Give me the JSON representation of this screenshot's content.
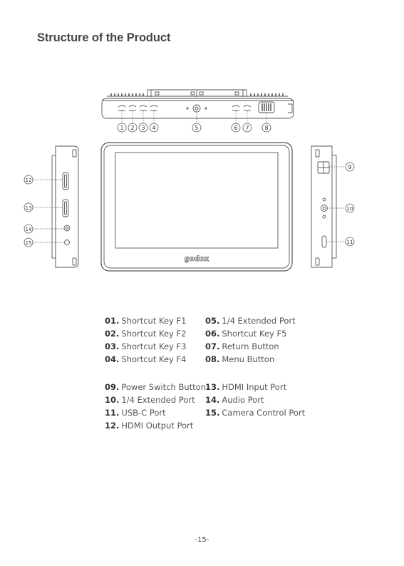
{
  "page_title": "Structure of the Product",
  "brand_mark": "godox",
  "callout_labels": [
    "1",
    "2",
    "3",
    "4",
    "5",
    "6",
    "7",
    "8",
    "9",
    "10",
    "11",
    "12",
    "13",
    "14",
    "15"
  ],
  "legend": {
    "group_a_left": [
      {
        "num": "01.",
        "label": "Shortcut Key F1"
      },
      {
        "num": "02.",
        "label": "Shortcut Key F2"
      },
      {
        "num": "03.",
        "label": "Shortcut Key F3"
      },
      {
        "num": "04.",
        "label": "Shortcut Key F4"
      }
    ],
    "group_a_right": [
      {
        "num": "05.",
        "label": "1/4 Extended Port"
      },
      {
        "num": "06.",
        "label": "Shortcut Key F5"
      },
      {
        "num": "07.",
        "label": "Return Button"
      },
      {
        "num": "08.",
        "label": "Menu Button"
      }
    ],
    "group_b_left": [
      {
        "num": "09.",
        "label": "Power Switch Button"
      },
      {
        "num": "10.",
        "label": "1/4 Extended Port"
      },
      {
        "num": "11.",
        "label": "USB-C Port"
      },
      {
        "num": "12.",
        "label": "HDMI Output Port"
      }
    ],
    "group_b_right": [
      {
        "num": "13.",
        "label": "HDMI Input Port"
      },
      {
        "num": "14.",
        "label": "Audio Port"
      },
      {
        "num": "15.",
        "label": "Camera Control Port"
      }
    ]
  },
  "page_number": "-15-"
}
